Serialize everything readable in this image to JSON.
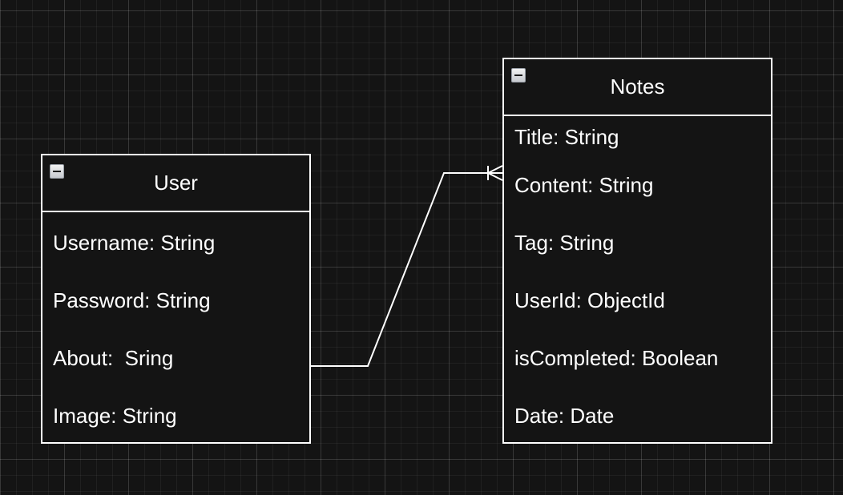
{
  "entities": {
    "user": {
      "title": "User",
      "attributes": [
        "Username: String",
        "Password: String",
        "About:  Sring",
        "Image: String"
      ]
    },
    "notes": {
      "title": "Notes",
      "attributes": [
        "Title: String",
        "Content: String",
        "Tag: String",
        "UserId: ObjectId",
        "isCompleted: Boolean",
        "Date: Date"
      ]
    }
  },
  "relationship": {
    "from": "User",
    "to": "Notes",
    "cardinality": "one-to-many"
  },
  "colors": {
    "background": "#141414",
    "stroke": "#ffffff",
    "text": "#ffffff"
  },
  "icons": {
    "collapse": "collapse-minus-icon"
  }
}
